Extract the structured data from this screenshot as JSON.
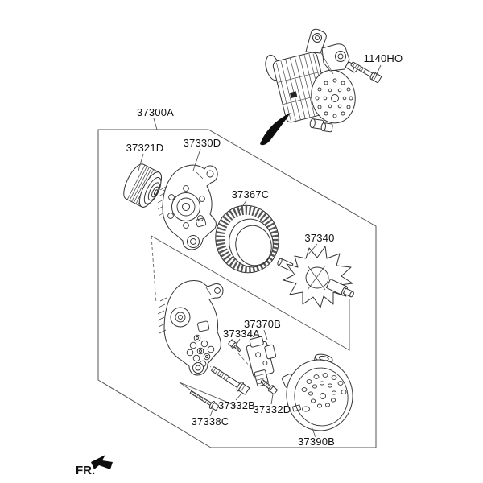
{
  "diagram": {
    "fr_label": "FR.",
    "colors": {
      "line": "#333333",
      "construction": "#555555",
      "text": "#111111",
      "fill": "#ffffff",
      "arrow_black": "#0d0d0d"
    },
    "parts": {
      "bolt_1140": {
        "label": "1140HO"
      },
      "alternator_assy": {
        "label": "37300A"
      },
      "pulley": {
        "label": "37321D"
      },
      "front_bracket": {
        "label": "37330D"
      },
      "stator": {
        "label": "37367C"
      },
      "rotor": {
        "label": "37340"
      },
      "screw": {
        "label": "37334A"
      },
      "regulator": {
        "label": "37370B"
      },
      "through_bolt": {
        "label": "37332B"
      },
      "bolt_small": {
        "label": "37332D"
      },
      "stud": {
        "label": "37338C"
      },
      "rear_cover": {
        "label": "37390B"
      }
    }
  }
}
